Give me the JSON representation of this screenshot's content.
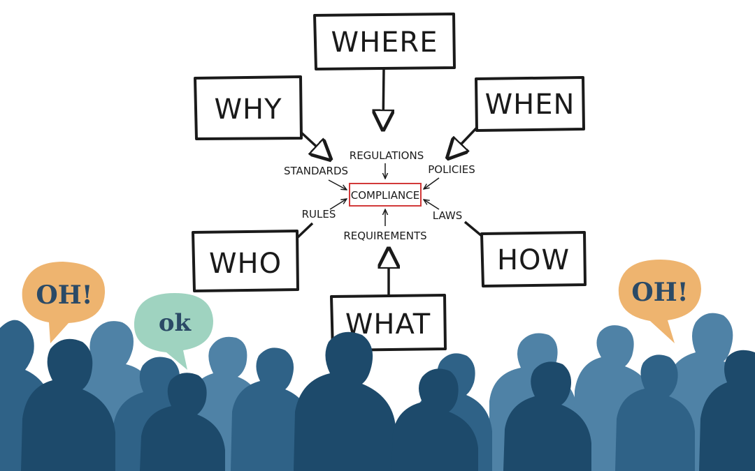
{
  "diagram": {
    "center": "COMPLIANCE",
    "questions": {
      "where": "WHERE",
      "why": "WHY",
      "when": "WHEN",
      "who": "WHO",
      "how": "HOW",
      "what": "WHAT"
    },
    "sources": {
      "regulations": "REGULATIONS",
      "standards": "STANDARDS",
      "policies": "POLICIES",
      "rules": "RULES",
      "laws": "LAWS",
      "requirements": "REQUIREMENTS"
    }
  },
  "bubbles": {
    "left": "OH!",
    "middle": "ok",
    "right": "OH!"
  },
  "colors": {
    "ink": "#1a1a1a",
    "center_box": "#d23a3a",
    "bubble_orange": "#eeb46f",
    "bubble_mint": "#9fd3c0",
    "bubble_text": "#2b4a66",
    "crowd_dark": "#1d4a6b",
    "crowd_mid": "#2f6287",
    "crowd_light": "#4f82a6"
  }
}
